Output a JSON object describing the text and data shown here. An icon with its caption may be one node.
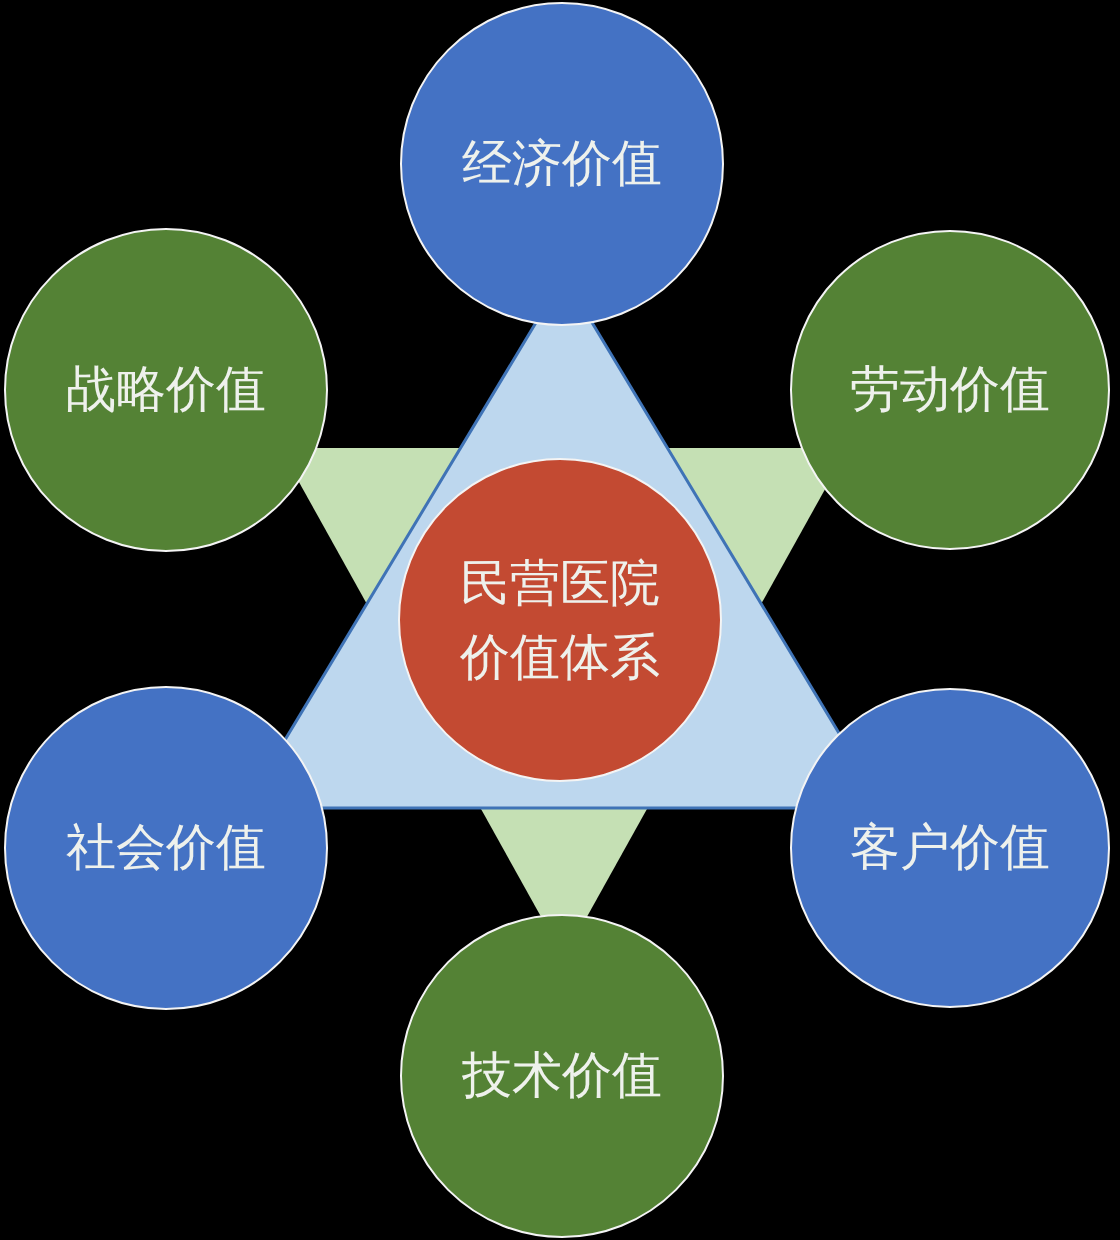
{
  "diagram": {
    "nodes": [
      {
        "text": [
          "经济价值"
        ]
      },
      {
        "text": [
          "战略价值"
        ]
      },
      {
        "text": [
          "劳动价值"
        ]
      },
      {
        "text": [
          "民营医院价值体系"
        ]
      },
      {
        "text": [
          "社会价值"
        ]
      },
      {
        "text": [
          "客户价值"
        ]
      },
      {
        "text": [
          "技术价值"
        ]
      }
    ]
  }
}
